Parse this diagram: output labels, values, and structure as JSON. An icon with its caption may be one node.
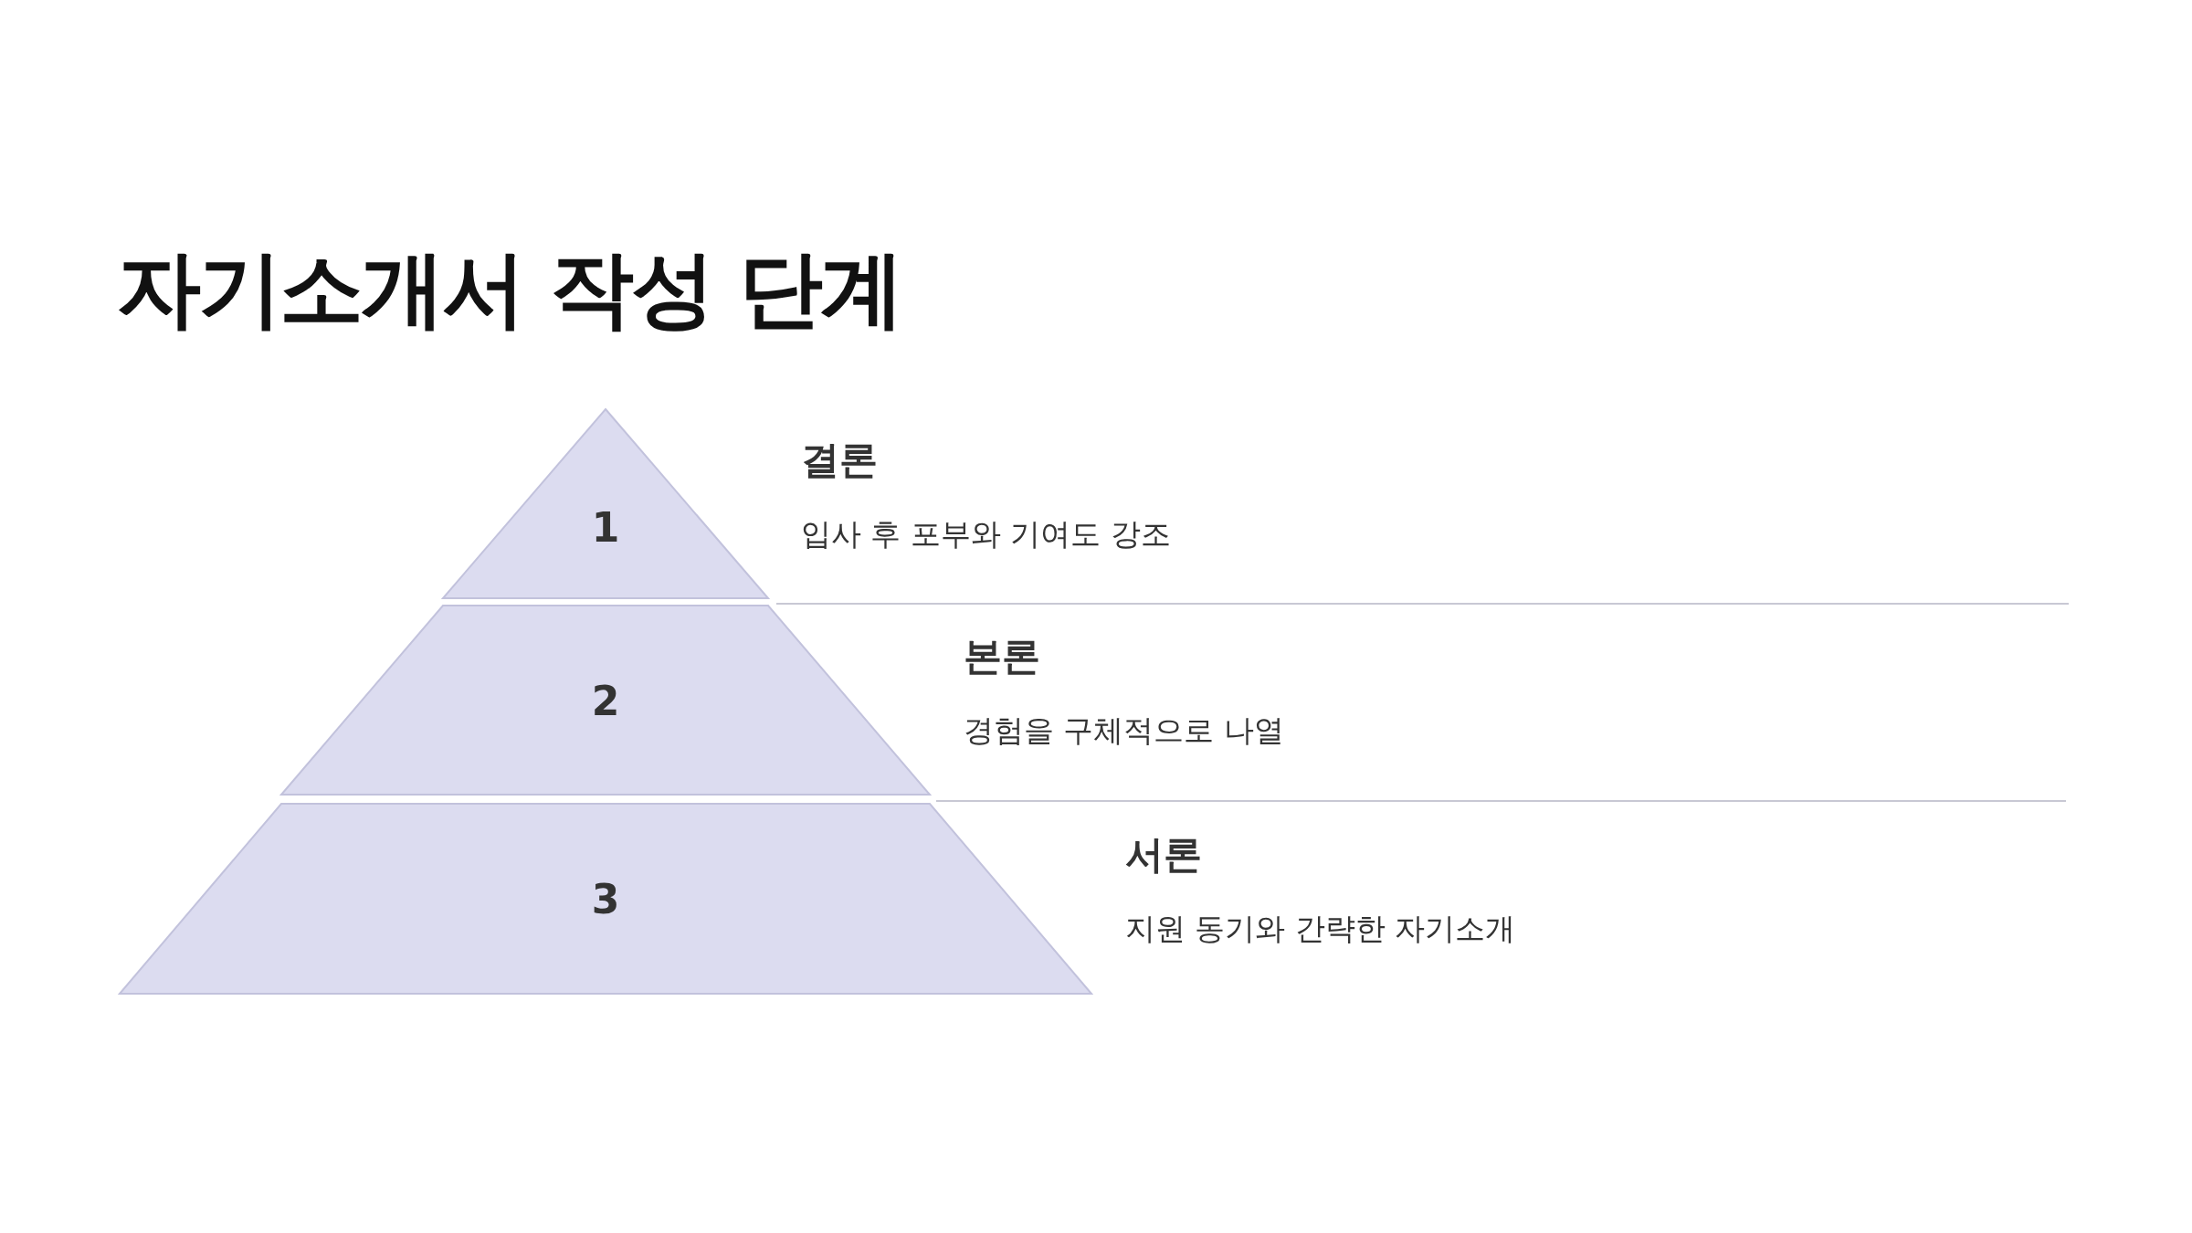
{
  "diagram": {
    "title": "자기소개서 작성 단계",
    "nodes": [
      {
        "text": [
          "1"
        ],
        "beside": [
          "결론",
          "입사 후 포부와 기여도 강조"
        ]
      },
      {
        "text": [
          "2"
        ],
        "beside": [
          "본론",
          "경험을 구체적으로 나열"
        ]
      },
      {
        "text": [
          "3"
        ],
        "beside": [
          "서론",
          "지원 동기와 간략한 자기소개"
        ]
      }
    ]
  }
}
